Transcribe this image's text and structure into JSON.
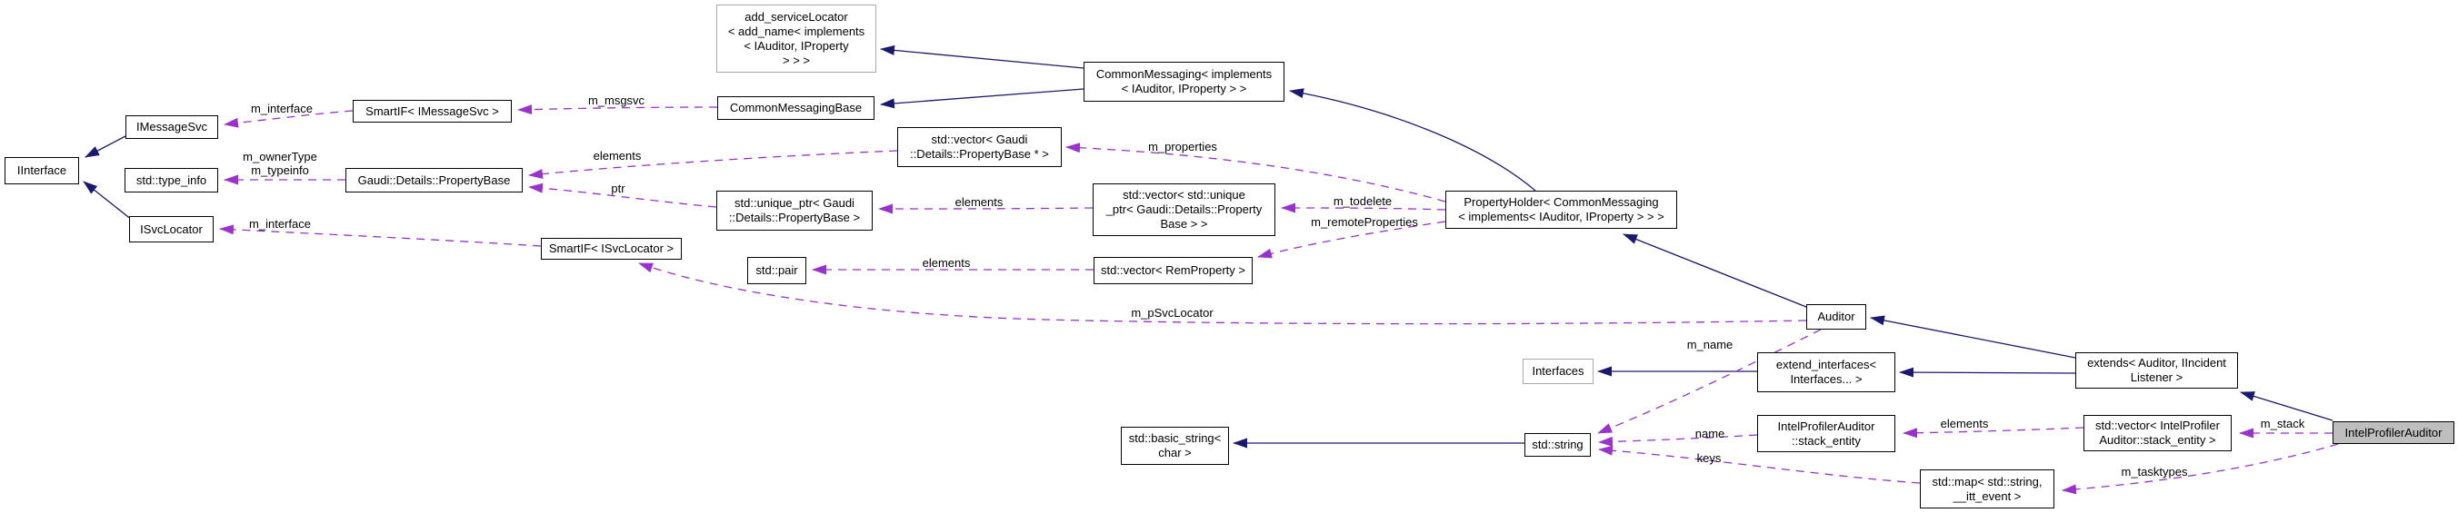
{
  "diagram_type": "collaboration-graph",
  "colors": {
    "inheritance_edge": "#191970",
    "usage_edge": "#9932cc",
    "node_border": "#000000",
    "template_node_border": "#aaaaaa",
    "focal_node_fill": "#bebebe",
    "background": "#ffffff",
    "text": "#000000"
  },
  "nodes": {
    "iinterface": {
      "label": "IInterface"
    },
    "imessagesvc": {
      "label": "IMessageSvc"
    },
    "type_info": {
      "label": "std::type_info"
    },
    "isvclocator": {
      "label": "ISvcLocator"
    },
    "smartif_imessagesvc": {
      "label": "SmartIF< IMessageSvc >"
    },
    "propertybase": {
      "label": "Gaudi::Details::PropertyBase"
    },
    "smartif_isvclocator": {
      "label": "SmartIF< ISvcLocator >"
    },
    "add_servicelocator": {
      "label": "add_serviceLocator\n< add_name< implements\n< IAuditor, IProperty\n> > >"
    },
    "commonmessagingbase": {
      "label": "CommonMessagingBase"
    },
    "unique_ptr": {
      "label": "std::unique_ptr< Gaudi\n::Details::PropertyBase >"
    },
    "pair": {
      "label": "std::pair"
    },
    "vector_propertybase_ptr": {
      "label": "std::vector< Gaudi\n::Details::PropertyBase * >"
    },
    "commonmessaging": {
      "label": "CommonMessaging< implements\n< IAuditor, IProperty > >"
    },
    "vector_unique_ptr": {
      "label": "std::vector< std::unique\n_ptr< Gaudi::Details::Property\nBase > >"
    },
    "vector_remproperty": {
      "label": "std::vector< RemProperty >"
    },
    "propertyholder": {
      "label": "PropertyHolder< CommonMessaging\n< implements< IAuditor, IProperty > > >"
    },
    "auditor": {
      "label": "Auditor"
    },
    "interfaces": {
      "label": "Interfaces"
    },
    "extend_interfaces": {
      "label": "extend_interfaces<\nInterfaces... >"
    },
    "extends_node": {
      "label": "extends< Auditor, IIncident\nListener >"
    },
    "stack_entity": {
      "label": "IntelProfilerAuditor\n::stack_entity"
    },
    "vector_stack_entity": {
      "label": "std::vector< IntelProfiler\nAuditor::stack_entity >"
    },
    "intelprofilerauditor": {
      "label": "IntelProfilerAuditor"
    },
    "string_node": {
      "label": "std::string"
    },
    "basic_string": {
      "label": "std::basic_string<\nchar >"
    },
    "map_node": {
      "label": "std::map< std::string,\n__itt_event >"
    }
  },
  "edge_labels": {
    "m_interface": "m_interface",
    "m_msgsvc": "m_msgsvc",
    "m_ownertype_typeinfo": "m_ownerType\nm_typeinfo",
    "elements": "elements",
    "ptr": "ptr",
    "m_properties": "m_properties",
    "m_todelete": "m_todelete",
    "m_remoteProperties": "m_remoteProperties",
    "m_pSvcLocator": "m_pSvcLocator",
    "m_name": "m_name",
    "name": "name",
    "keys": "keys",
    "m_stack": "m_stack",
    "m_tasktypes": "m_tasktypes"
  }
}
